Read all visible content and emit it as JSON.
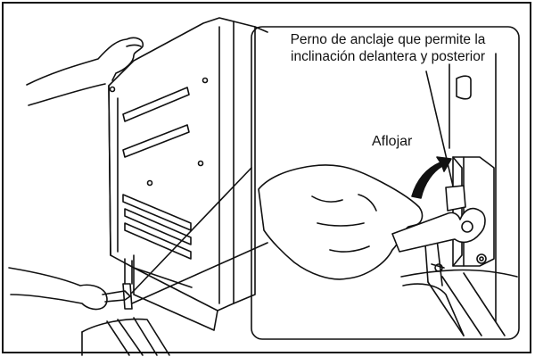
{
  "callout": {
    "line1": "Perno de anclaje que permite la",
    "line2": "inclinación delantera y posterior"
  },
  "action_label": "Aflojar",
  "colors": {
    "line": "#111111",
    "background": "#ffffff"
  }
}
